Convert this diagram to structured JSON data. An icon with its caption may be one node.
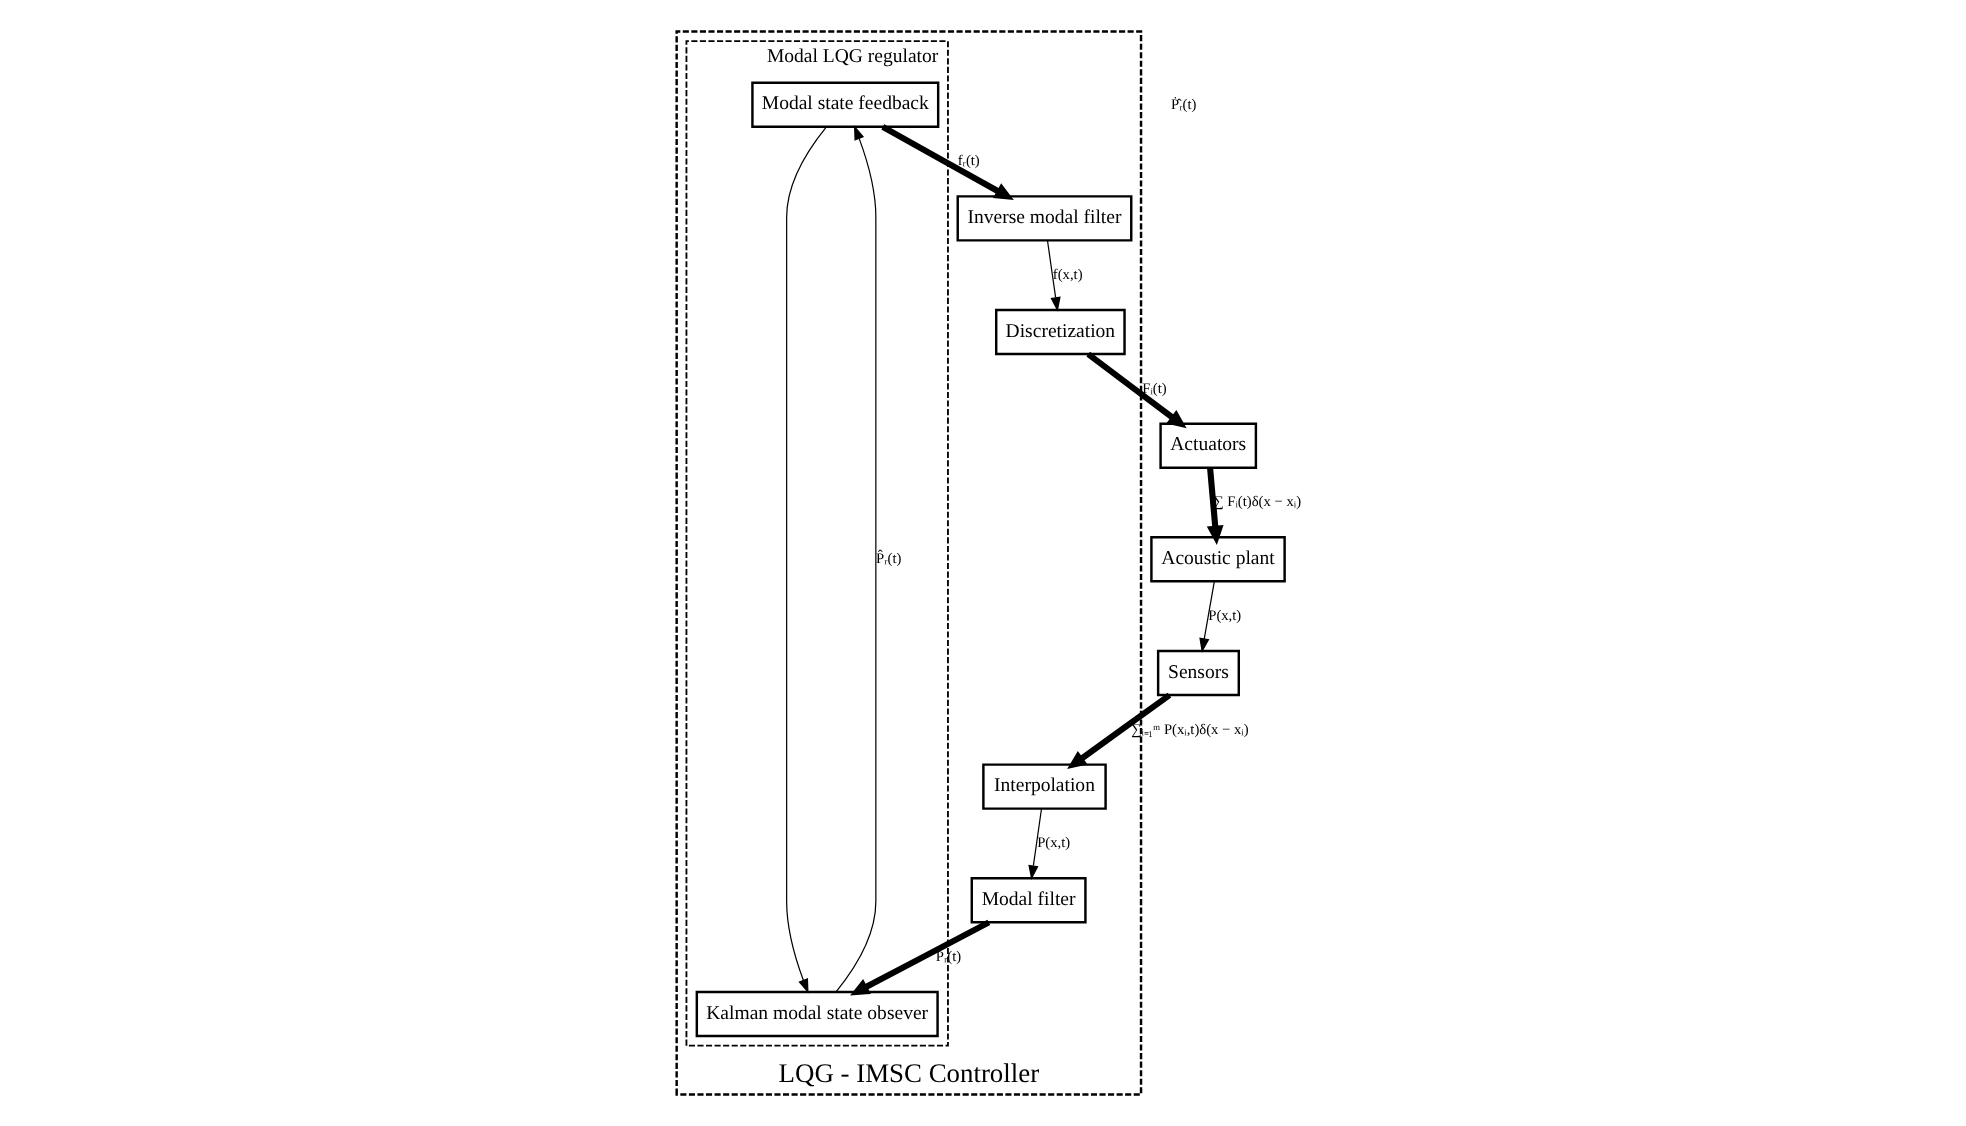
{
  "diagram": {
    "nodes": [
      {
        "text": [
          "LQG - IMSC Controller"
        ]
      },
      {
        "text": [
          "Actuators"
        ]
      },
      {
        "text": [
          "Acoustic plant"
        ]
      },
      {
        "text": [
          "Sensors"
        ]
      },
      {
        "text": [
          "Discretization"
        ],
        "in": 0
      },
      {
        "text": [
          "Interpolation"
        ],
        "in": 0
      },
      {
        "text": [
          "Modal LQG regulator"
        ],
        "in": 0
      },
      {
        "text": [
          "Inverse modal filter"
        ],
        "in": 0
      },
      {
        "text": [
          "Modal state feedback"
        ],
        "in": 6
      },
      {
        "text": [
          "Kalman modal state obsever"
        ],
        "in": 6
      },
      {
        "text": [
          "Modal filter"
        ],
        "in": 0
      }
    ],
    "edges": [
      {
        "from": 4,
        "to": 1,
        "arrow": "to",
        "label": "Fᵢ(t)",
        "style": "thick"
      },
      {
        "from": 1,
        "to": 2,
        "arrow": "to",
        "label": "∑ Fᵢ(t)δ(x − xᵢ)",
        "style": "thick"
      },
      {
        "from": 2,
        "to": 3,
        "arrow": "to",
        "label": "P(x,t)"
      },
      {
        "from": 3,
        "to": 5,
        "arrow": "to",
        "label": "∑ᵢ₌₁ᵐ P(xᵢ,t)δ(x − xᵢ)",
        "style": "thick"
      },
      {
        "from": 5,
        "to": 10,
        "arrow": "to",
        "label": "P(x,t)"
      },
      {
        "from": 10,
        "to": 9,
        "arrow": "to",
        "label": "Pᵣ(t)",
        "style": "thick"
      },
      {
        "from": 9,
        "to": 8,
        "arrow": "to",
        "label": "P̂ᵣ(t)"
      },
      {
        "from": 8,
        "to": 9,
        "arrow": "to"
      },
      {
        "from": 8,
        "to": 7,
        "arrow": "to",
        "label": "fᵣ(t)",
        "style": "thick"
      },
      {
        "from": 7,
        "to": 4,
        "arrow": "to",
        "label": "f(x,t)"
      }
    ],
    "labels": [
      "Ṗ̂ᵣ(t)"
    ]
  }
}
